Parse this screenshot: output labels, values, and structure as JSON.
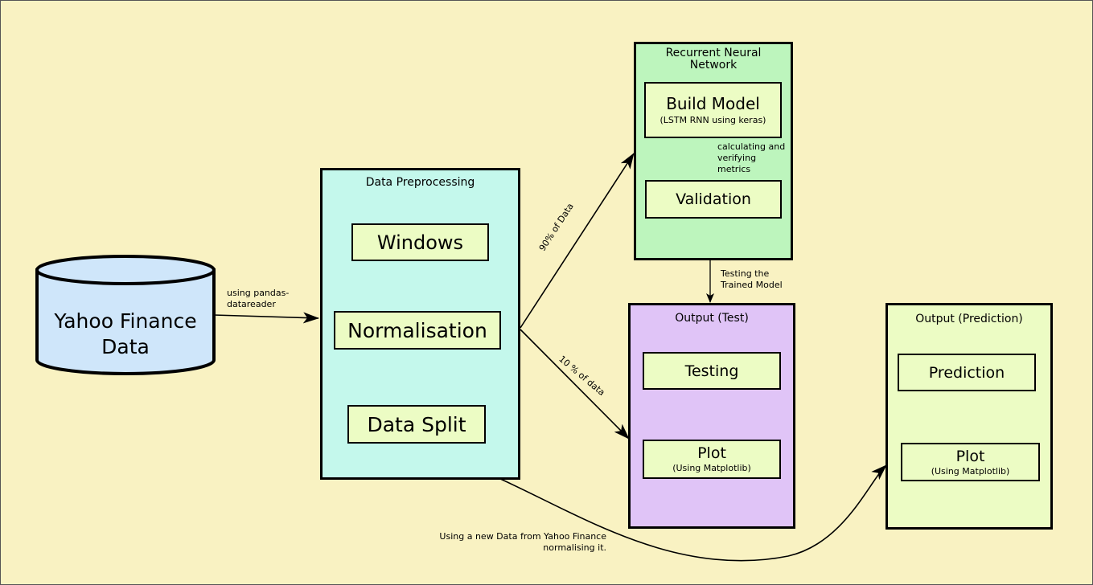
{
  "nodes": {
    "data_source": {
      "line1": "Yahoo Finance",
      "line2": "Data"
    },
    "preprocessing": {
      "title": "Data Preprocessing",
      "windows": "Windows",
      "normalisation": "Normalisation",
      "data_split": "Data Split"
    },
    "rnn": {
      "title_line1": "Recurrent Neural",
      "title_line2": "Network",
      "build_model": "Build Model",
      "build_model_sub": "(LSTM RNN using keras)",
      "validation": "Validation"
    },
    "output_test": {
      "title": "Output (Test)",
      "testing": "Testing",
      "plot": "Plot",
      "plot_sub": "(Using Matplotlib)"
    },
    "output_prediction": {
      "title": "Output (Prediction)",
      "prediction": "Prediction",
      "plot": "Plot",
      "plot_sub": "(Using Matplotlib)"
    }
  },
  "edge_labels": {
    "pandas_line1": "using pandas-",
    "pandas_line2": "datareader",
    "train_split": "90% of Data",
    "test_split": "10 % of data",
    "metrics_line1": "calculating and",
    "metrics_line2": "verifying",
    "metrics_line3": "metrics",
    "testing_line1": "Testing the",
    "testing_line2": "Trained Model",
    "new_data_line1": "Using a new Data from Yahoo Finance",
    "new_data_line2": "normalising it."
  },
  "colors": {
    "background": "#f9f2c2",
    "database": "#cfe6fa",
    "preprocessing_panel": "#c4f8ec",
    "rnn_panel": "#bdf5bd",
    "test_panel": "#e0c4f7",
    "prediction_panel": "#ecfcc4",
    "inner_box": "#ecfcc4"
  }
}
